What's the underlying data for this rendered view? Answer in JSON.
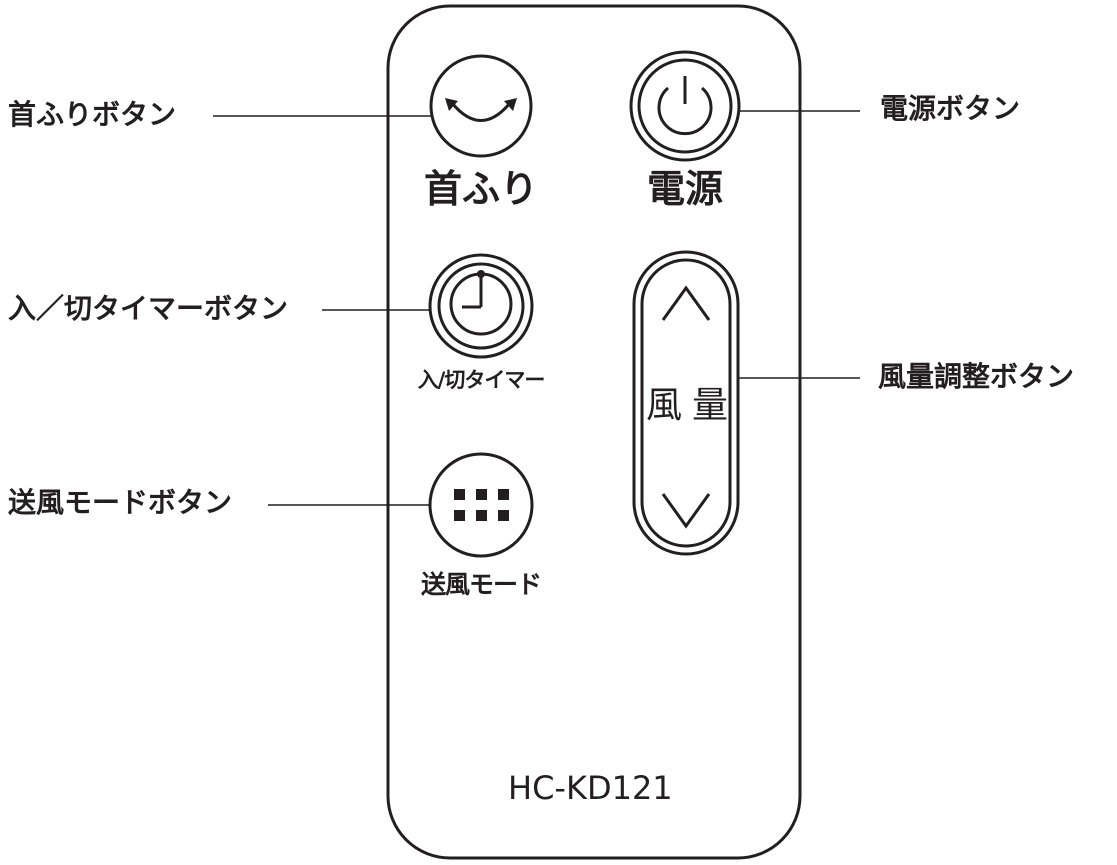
{
  "callouts": {
    "swing": "首ふりボタン",
    "power": "電源ボタン",
    "timer": "入／切タイマーボタン",
    "fan_speed": "風量調整ボタン",
    "wind_mode": "送風モードボタン"
  },
  "remote": {
    "swing_label": "首ふり",
    "power_label": "電源",
    "timer_label": "入/切タイマー",
    "speed_label_left": "風",
    "speed_label_right": "量",
    "mode_label": "送風モード",
    "model": "HC-KD121"
  },
  "icons": {
    "swing": "swing-arrows-icon",
    "power": "power-icon",
    "timer": "clock-icon",
    "speed_up": "chevron-up-icon",
    "speed_down": "chevron-down-icon",
    "mode": "dot-grid-icon"
  },
  "colors": {
    "ink": "#231f20",
    "background": "#ffffff"
  }
}
